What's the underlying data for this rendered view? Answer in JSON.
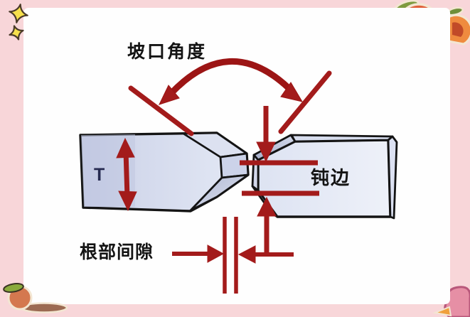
{
  "diagram": {
    "type": "welding-groove-terminology",
    "labels": {
      "groove_angle": "坡口角度",
      "root_face": "钝边",
      "root_gap": "根部间隙",
      "thickness": "T"
    },
    "colors": {
      "background_pink": "#f8d6d9",
      "card_white": "#fefefe",
      "annotation_red": "#a31b1b",
      "arc_red": "#9c1515",
      "plate_light": "#e6eaf6",
      "plate_mid": "#d2d8ec",
      "plate_dark": "#b2bad4",
      "outline_black": "#141414",
      "thickness_label_navy": "#262a50"
    }
  },
  "decorations": {
    "top_left": "sparkle-stars",
    "top_right": "orange-fruit-with-leaves",
    "bottom_left": "peach-with-leaf-and-shadow",
    "bottom_right": "pink-peach",
    "star_yellow": "#f6e04c",
    "leaf_green": "#85a43d",
    "orange_color": "#e0613a",
    "peach_pink": "#e68fa5"
  }
}
